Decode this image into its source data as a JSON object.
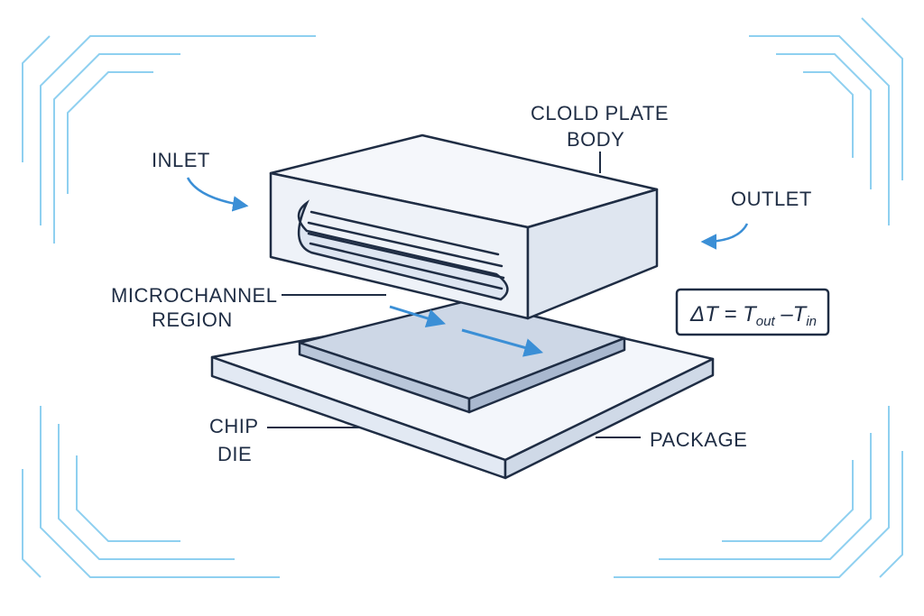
{
  "labels": {
    "cold_plate_body_line1": "CLOLD PLATE",
    "cold_plate_body_line2": "BODY",
    "inlet": "INLET",
    "outlet": "OUTLET",
    "microchannel_line1": "MICROCHANNEL",
    "microchannel_line2": "REGION",
    "chip_die_line1": "CHIP",
    "chip_die_line2": "DIE",
    "package": "PACKAGE"
  },
  "equation": {
    "lhs": "ΔT = ",
    "t1": "T",
    "sub1": "out",
    "minus": " –",
    "t2": "T",
    "sub2": "in"
  },
  "colors": {
    "stroke": "#1f2d44",
    "accent": "#3b8fd6",
    "circuit": "#8fd0f0",
    "plate_fill": "#eef2f8",
    "die_fill": "#cdd7e6"
  }
}
